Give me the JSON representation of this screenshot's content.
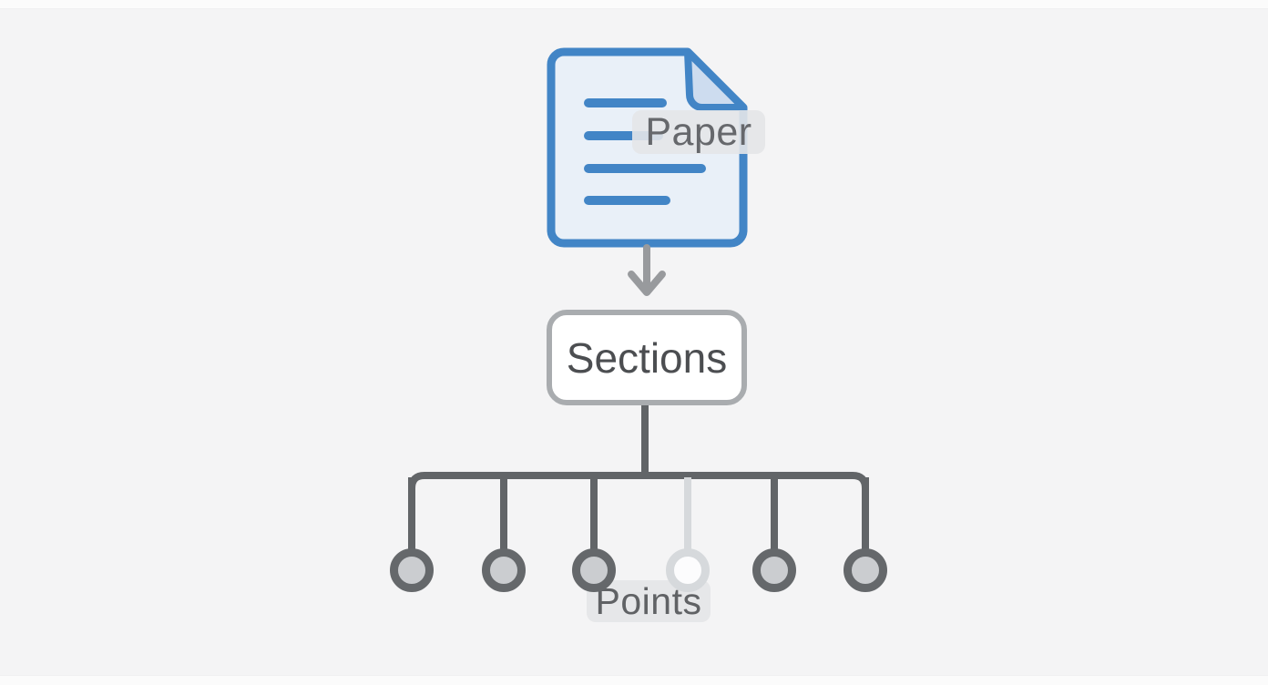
{
  "diagram": {
    "paper": {
      "label": "Paper",
      "icon": "document-icon"
    },
    "sections": {
      "label": "Sections"
    },
    "points": {
      "label": "Points",
      "count": 6,
      "highlighted_index": 3,
      "x_positions": [
        452,
        553,
        652,
        755,
        850,
        950
      ]
    },
    "colors": {
      "accent_blue": "#4285c6",
      "document_fill": "#e9f0f8",
      "fold_fill": "#cddcef",
      "connector_dark": "#626568",
      "connector_light": "#d6d9dc",
      "node_fill": "#cbcdd0",
      "node_fill_highlighted": "#fcfcfd",
      "arrow_gray": "#989a9d",
      "box_border": "#a9acaf",
      "box_text": "#4c4e51",
      "chip_bg": "rgba(228,229,232,0.9)",
      "chip_text": "#66686c",
      "background": "#f4f4f5"
    }
  }
}
